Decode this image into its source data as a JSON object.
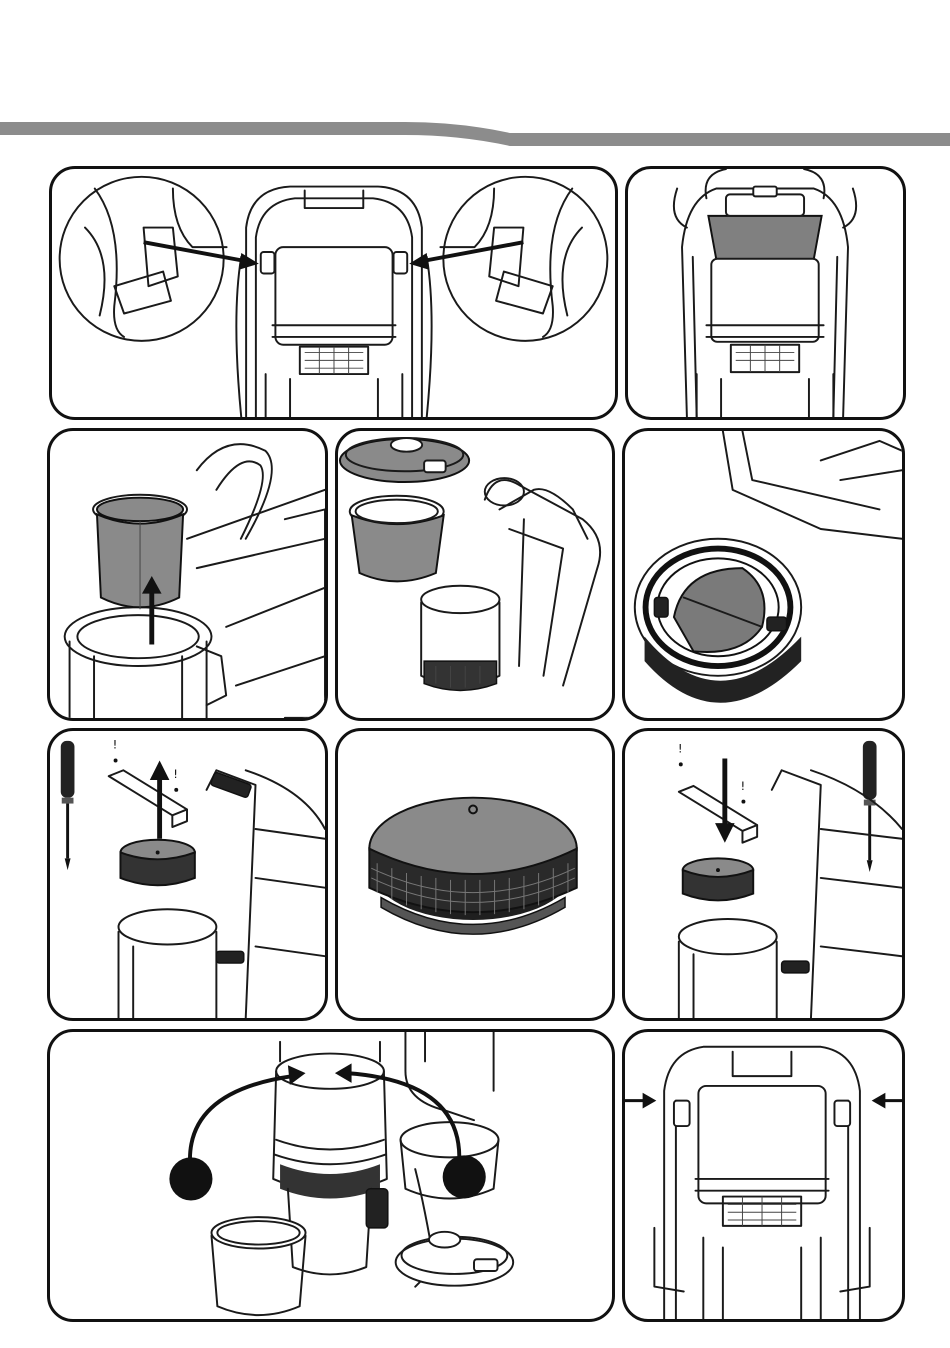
{
  "page": {
    "header_bar_color": "#8c8c8c",
    "ink_color": "#1a1a1a",
    "shade_color": "#8a8a8a"
  },
  "panels": [
    {
      "id": "p1",
      "icons": [
        "zoom-circle-left",
        "zoom-circle-right",
        "arrow-to-latch-left",
        "arrow-to-latch-right",
        "backpack-vacuum-rear"
      ]
    },
    {
      "id": "p2",
      "icons": [
        "hands-lifting-lid",
        "backpack-vacuum-rear"
      ]
    },
    {
      "id": "p3",
      "icons": [
        "filter-bag-canister",
        "arrow-up"
      ]
    },
    {
      "id": "p4",
      "icons": [
        "lid",
        "canister",
        "vacuum-open"
      ]
    },
    {
      "id": "p5",
      "icons": [
        "motor-housing-filter-view"
      ]
    },
    {
      "id": "p6",
      "icons": [
        "screwdriver",
        "screws",
        "bracket",
        "arrow-up",
        "motor-filter"
      ]
    },
    {
      "id": "p7",
      "icons": [
        "motor-filter-large"
      ]
    },
    {
      "id": "p8",
      "icons": [
        "screwdriver",
        "screws",
        "bracket",
        "arrow-down",
        "motor-filter"
      ]
    },
    {
      "id": "p9",
      "icons": [
        "curved-arrow-left",
        "curved-arrow-right",
        "step-dot-left",
        "step-dot-right",
        "canister",
        "lid"
      ]
    },
    {
      "id": "p10",
      "icons": [
        "arrow-in-left",
        "arrow-in-right",
        "backpack-vacuum-rear"
      ]
    }
  ]
}
